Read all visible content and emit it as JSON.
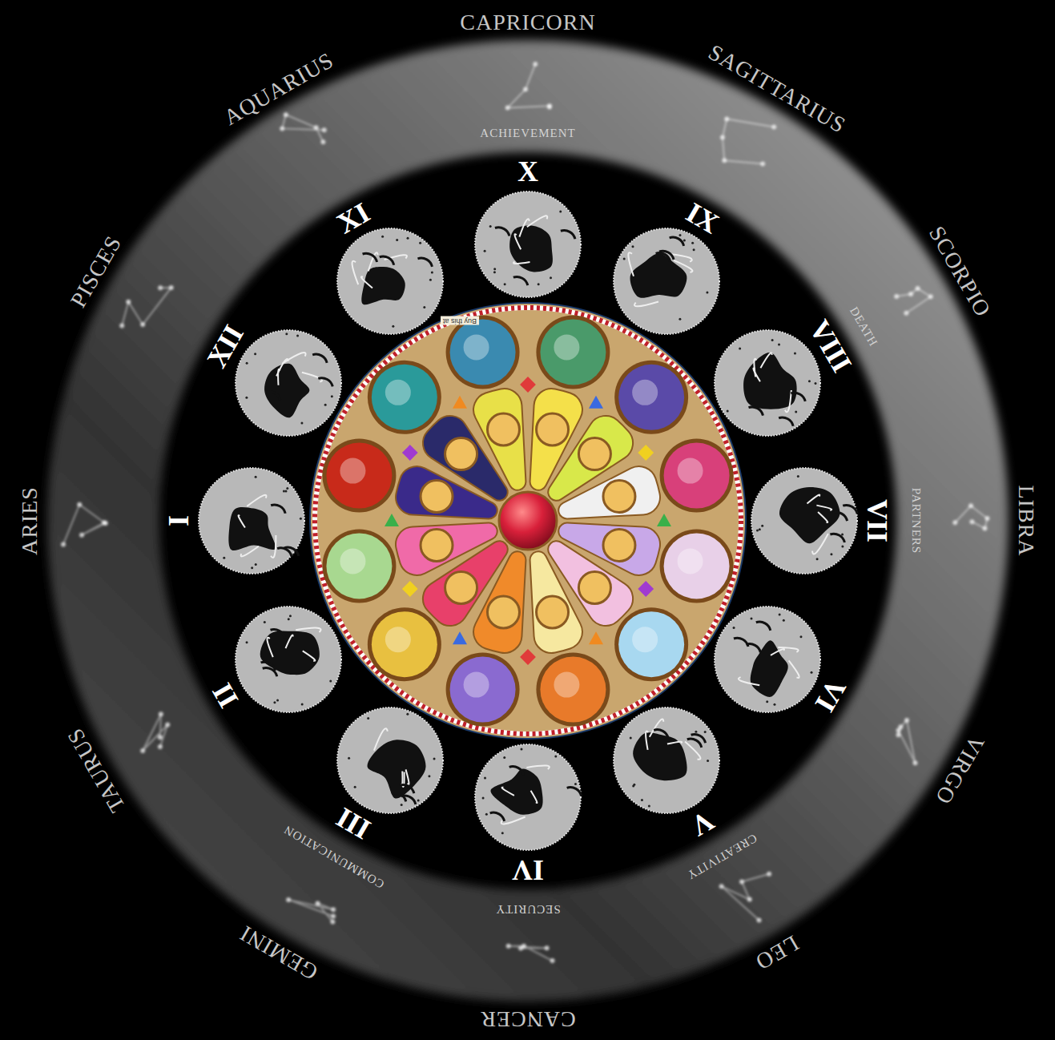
{
  "diagram": {
    "nodes": [
      {
        "text": [
          "I"
        ]
      },
      {
        "text": [
          "II"
        ]
      },
      {
        "text": [
          "III"
        ]
      },
      {
        "text": [
          "IV"
        ]
      },
      {
        "text": [
          "V"
        ]
      },
      {
        "text": [
          "VI"
        ]
      },
      {
        "text": [
          "VII"
        ]
      },
      {
        "text": [
          "VIII"
        ]
      },
      {
        "text": [
          "IX"
        ]
      },
      {
        "text": [
          "X"
        ]
      },
      {
        "text": [
          "XI"
        ]
      },
      {
        "text": [
          "XII"
        ]
      }
    ],
    "labels": [
      "ARIES",
      "TAURUS",
      "GEMINI",
      "CANCER",
      "LEO",
      "VIRGO",
      "LIBRA",
      "SCORPIO",
      "SAGITTARIUS",
      "CAPRICORN",
      "AQUARIUS",
      "PISCES",
      "ACHIEVEMENT",
      "DEATH",
      "PARTNERS",
      "CREATIVITY",
      "SECURITY",
      "COMMUNICATION",
      "Buy this at"
    ]
  }
}
